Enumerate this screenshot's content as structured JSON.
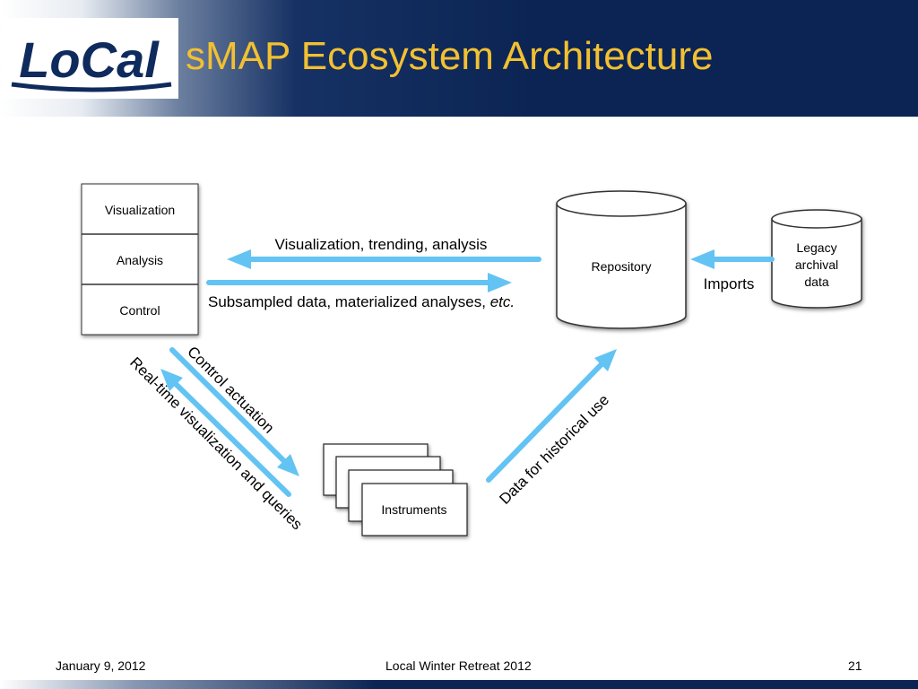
{
  "slide": {
    "title": "sMAP Ecosystem Architecture",
    "logo_text": "LoCal"
  },
  "diagram": {
    "stack": [
      "Visualization",
      "Analysis",
      "Control"
    ],
    "repository": "Repository",
    "legacy": [
      "Legacy",
      "archival",
      "data"
    ],
    "instruments": "Instruments",
    "arrow_labels": {
      "to_apps": "Visualization, trending, analysis",
      "to_repo_prefix": "Subsampled data, materialized analyses, ",
      "to_repo_italic": "etc.",
      "imports": "Imports",
      "control": "Control actuation",
      "realtime": "Real-time visualization and queries",
      "historical": "Data for historical use"
    },
    "colors": {
      "arrow": "#63c3f3",
      "title": "#f2c031",
      "header": "#0b2453"
    }
  },
  "footer": {
    "date": "January 9, 2012",
    "event": "Local Winter Retreat 2012",
    "page": "21"
  }
}
